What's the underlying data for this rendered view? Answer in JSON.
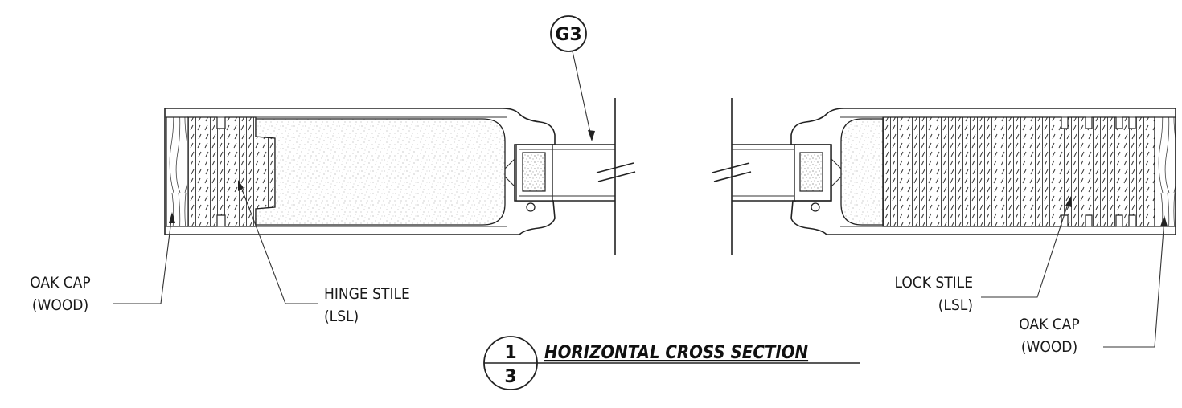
{
  "detail_tag": "G3",
  "labels": {
    "oak_cap_left": [
      "OAK CAP",
      "(WOOD)"
    ],
    "hinge_stile": [
      "HINGE STILE",
      "(LSL)"
    ],
    "lock_stile": [
      "LOCK STILE",
      "(LSL)"
    ],
    "oak_cap_right": [
      "OAK CAP",
      "(WOOD)"
    ]
  },
  "title": {
    "text": "HORIZONTAL CROSS SECTION",
    "number": "1",
    "sheet": "3"
  },
  "colors": {
    "line": "#222222",
    "stipple": "#8a8a8a",
    "glass_stipple": "#777777"
  }
}
